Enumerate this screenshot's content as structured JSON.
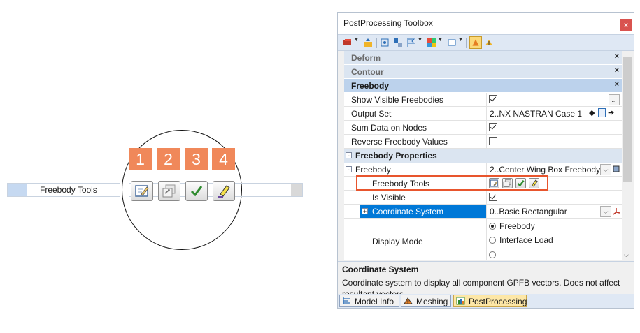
{
  "callout": {
    "row_label": "Freebody Tools",
    "numbers": [
      "1",
      "2",
      "3",
      "4"
    ],
    "icons": [
      "edit-freebody-icon",
      "copy-freebody-icon",
      "check-icon",
      "highlight-icon"
    ]
  },
  "panel": {
    "title": "PostProcessing Toolbox",
    "close_glyph": "×",
    "categories": {
      "deform": "Deform",
      "contour": "Contour",
      "freebody": "Freebody",
      "close_glyph": "×"
    },
    "rows": {
      "show_visible": {
        "label": "Show Visible Freebodies",
        "checked": true,
        "more": "..."
      },
      "output_set": {
        "label": "Output Set",
        "value": "2..NX NASTRAN Case 1"
      },
      "sum_data": {
        "label": "Sum Data on Nodes",
        "checked": true
      },
      "reverse": {
        "label": "Reverse Freebody Values",
        "checked": false
      },
      "freebody_properties": {
        "label": "Freebody Properties",
        "expander": "-"
      },
      "freebody": {
        "label": "Freebody",
        "value": "2..Center Wing Box Freebody",
        "expander": "-"
      },
      "freebody_tools": {
        "label": "Freebody Tools"
      },
      "is_visible": {
        "label": "Is Visible",
        "checked": true
      },
      "coordinate_system": {
        "label": "Coordinate System",
        "value": "0..Basic Rectangular",
        "expander": "+"
      },
      "display_mode": {
        "label": "Display Mode",
        "options": [
          "Freebody",
          "Interface Load"
        ],
        "selected": "Freebody"
      }
    },
    "nav_arrows": {
      "left": "◆",
      "right": "➔"
    },
    "description": {
      "title": "Coordinate System",
      "text": "Coordinate system to display all component GPFB vectors. Does not affect resultant vectors."
    },
    "tabs": [
      {
        "label": "Model Info",
        "icon": "model-info-icon",
        "active": false
      },
      {
        "label": "Meshing",
        "icon": "meshing-icon",
        "active": false
      },
      {
        "label": "PostProcessing",
        "icon": "postprocessing-icon",
        "active": true
      }
    ]
  },
  "colors": {
    "callout_number": "#f0885a",
    "highlight_box": "#e8552d",
    "category_bg": "#dbe5f1",
    "selection": "#0078d7"
  }
}
